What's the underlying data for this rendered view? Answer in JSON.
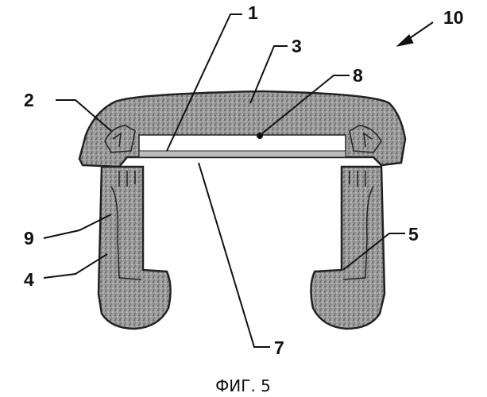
{
  "figure": {
    "caption": "ФИГ. 5",
    "reference_numerals": {
      "n1": "1",
      "n2": "2",
      "n3": "3",
      "n4": "4",
      "n5": "5",
      "n7": "7",
      "n8": "8",
      "n9": "9",
      "n10": "10"
    }
  }
}
